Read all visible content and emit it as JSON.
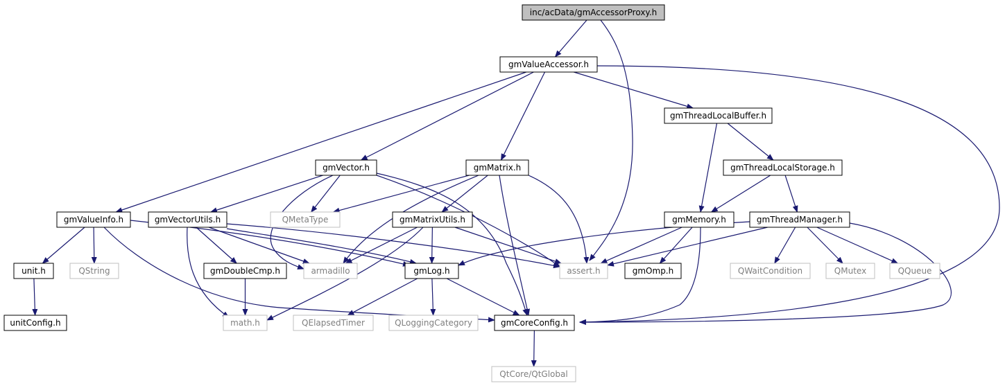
{
  "diagram": {
    "colors": {
      "edge": "#191970",
      "node_border": "#000000",
      "external_border": "#bfbfbf",
      "root_fill": "#bfbfbf",
      "node_fill": "#ffffff",
      "node_text": "#000000",
      "external_text": "#7f7f7f"
    },
    "nodes": [
      {
        "id": "root",
        "label": "inc/acData/gmAccessorProxy.h",
        "kind": "root"
      },
      {
        "id": "gmValueAccessor",
        "label": "gmValueAccessor.h",
        "kind": "file"
      },
      {
        "id": "gmThreadLocalBuffer",
        "label": "gmThreadLocalBuffer.h",
        "kind": "file"
      },
      {
        "id": "gmThreadLocalStorage",
        "label": "gmThreadLocalStorage.h",
        "kind": "file"
      },
      {
        "id": "gmVector",
        "label": "gmVector.h",
        "kind": "file"
      },
      {
        "id": "gmMatrix",
        "label": "gmMatrix.h",
        "kind": "file"
      },
      {
        "id": "gmValueInfo",
        "label": "gmValueInfo.h",
        "kind": "file"
      },
      {
        "id": "gmVectorUtils",
        "label": "gmVectorUtils.h",
        "kind": "file"
      },
      {
        "id": "QMetaType",
        "label": "QMetaType",
        "kind": "external"
      },
      {
        "id": "gmMatrixUtils",
        "label": "gmMatrixUtils.h",
        "kind": "file"
      },
      {
        "id": "gmMemory",
        "label": "gmMemory.h",
        "kind": "file"
      },
      {
        "id": "gmThreadManager",
        "label": "gmThreadManager.h",
        "kind": "file"
      },
      {
        "id": "unit",
        "label": "unit.h",
        "kind": "file"
      },
      {
        "id": "QString",
        "label": "QString",
        "kind": "external"
      },
      {
        "id": "gmDoubleCmp",
        "label": "gmDoubleCmp.h",
        "kind": "file"
      },
      {
        "id": "armadillo",
        "label": "armadillo",
        "kind": "external"
      },
      {
        "id": "gmLog",
        "label": "gmLog.h",
        "kind": "file"
      },
      {
        "id": "assert",
        "label": "assert.h",
        "kind": "external"
      },
      {
        "id": "gmOmp",
        "label": "gmOmp.h",
        "kind": "file"
      },
      {
        "id": "QWaitCondition",
        "label": "QWaitCondition",
        "kind": "external"
      },
      {
        "id": "QMutex",
        "label": "QMutex",
        "kind": "external"
      },
      {
        "id": "QQueue",
        "label": "QQueue",
        "kind": "external"
      },
      {
        "id": "unitConfig",
        "label": "unitConfig.h",
        "kind": "file"
      },
      {
        "id": "math",
        "label": "math.h",
        "kind": "external"
      },
      {
        "id": "QElapsedTimer",
        "label": "QElapsedTimer",
        "kind": "external"
      },
      {
        "id": "QLoggingCategory",
        "label": "QLoggingCategory",
        "kind": "external"
      },
      {
        "id": "gmCoreConfig",
        "label": "gmCoreConfig.h",
        "kind": "file"
      },
      {
        "id": "QtGlobal",
        "label": "QtCore/QtGlobal",
        "kind": "external"
      }
    ],
    "edges": [
      {
        "from": "root",
        "to": "gmValueAccessor"
      },
      {
        "from": "root",
        "to": "assert"
      },
      {
        "from": "gmValueAccessor",
        "to": "gmValueInfo"
      },
      {
        "from": "gmValueAccessor",
        "to": "gmVector"
      },
      {
        "from": "gmValueAccessor",
        "to": "gmMatrix"
      },
      {
        "from": "gmValueAccessor",
        "to": "gmThreadLocalBuffer"
      },
      {
        "from": "gmValueAccessor",
        "to": "gmCoreConfig"
      },
      {
        "from": "gmThreadLocalBuffer",
        "to": "gmThreadLocalStorage"
      },
      {
        "from": "gmThreadLocalBuffer",
        "to": "gmMemory"
      },
      {
        "from": "gmThreadLocalStorage",
        "to": "gmMemory"
      },
      {
        "from": "gmThreadLocalStorage",
        "to": "gmThreadManager"
      },
      {
        "from": "gmVector",
        "to": "gmVectorUtils"
      },
      {
        "from": "gmVector",
        "to": "QMetaType"
      },
      {
        "from": "gmVector",
        "to": "armadillo"
      },
      {
        "from": "gmVector",
        "to": "assert"
      },
      {
        "from": "gmVector",
        "to": "gmCoreConfig"
      },
      {
        "from": "gmMatrix",
        "to": "QMetaType"
      },
      {
        "from": "gmMatrix",
        "to": "gmMatrixUtils"
      },
      {
        "from": "gmMatrix",
        "to": "armadillo"
      },
      {
        "from": "gmMatrix",
        "to": "assert"
      },
      {
        "from": "gmMatrix",
        "to": "gmCoreConfig"
      },
      {
        "from": "gmValueInfo",
        "to": "unit"
      },
      {
        "from": "gmValueInfo",
        "to": "QString"
      },
      {
        "from": "gmValueInfo",
        "to": "gmLog"
      },
      {
        "from": "gmValueInfo",
        "to": "gmCoreConfig"
      },
      {
        "from": "gmVectorUtils",
        "to": "gmDoubleCmp"
      },
      {
        "from": "gmVectorUtils",
        "to": "armadillo"
      },
      {
        "from": "gmVectorUtils",
        "to": "gmLog"
      },
      {
        "from": "gmVectorUtils",
        "to": "assert"
      },
      {
        "from": "gmVectorUtils",
        "to": "math"
      },
      {
        "from": "gmMatrixUtils",
        "to": "armadillo"
      },
      {
        "from": "gmMatrixUtils",
        "to": "gmLog"
      },
      {
        "from": "gmMatrixUtils",
        "to": "assert"
      },
      {
        "from": "gmMatrixUtils",
        "to": "math"
      },
      {
        "from": "gmMemory",
        "to": "assert"
      },
      {
        "from": "gmMemory",
        "to": "gmOmp"
      },
      {
        "from": "gmMemory",
        "to": "gmCoreConfig"
      },
      {
        "from": "gmThreadManager",
        "to": "gmLog"
      },
      {
        "from": "gmThreadManager",
        "to": "assert"
      },
      {
        "from": "gmThreadManager",
        "to": "QWaitCondition"
      },
      {
        "from": "gmThreadManager",
        "to": "QMutex"
      },
      {
        "from": "gmThreadManager",
        "to": "QQueue"
      },
      {
        "from": "gmThreadManager",
        "to": "gmCoreConfig"
      },
      {
        "from": "unit",
        "to": "unitConfig"
      },
      {
        "from": "gmDoubleCmp",
        "to": "math"
      },
      {
        "from": "gmLog",
        "to": "QElapsedTimer"
      },
      {
        "from": "gmLog",
        "to": "QLoggingCategory"
      },
      {
        "from": "gmLog",
        "to": "gmCoreConfig"
      },
      {
        "from": "gmCoreConfig",
        "to": "QtGlobal"
      }
    ]
  }
}
